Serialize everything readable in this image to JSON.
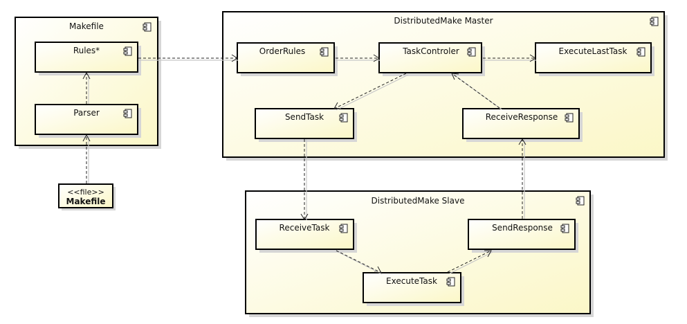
{
  "packages": {
    "makefile": {
      "title": "Makefile"
    },
    "master": {
      "title": "DistributedMake Master"
    },
    "slave": {
      "title": "DistributedMake Slave"
    }
  },
  "components": {
    "rules": "Rules*",
    "parser": "Parser",
    "order_rules": "OrderRules",
    "task_controler": "TaskControler",
    "execute_last_task": "ExecuteLastTask",
    "send_task": "SendTask",
    "receive_response": "ReceiveResponse",
    "receive_task": "ReceiveTask",
    "send_response": "SendResponse",
    "execute_task": "ExecuteTask"
  },
  "artifact": {
    "stereotype": "<<file>>",
    "name": "Makefile"
  },
  "colors": {
    "fill_light": "#ffffff",
    "fill_dark": "#fbf7c7",
    "line": "#000000"
  }
}
